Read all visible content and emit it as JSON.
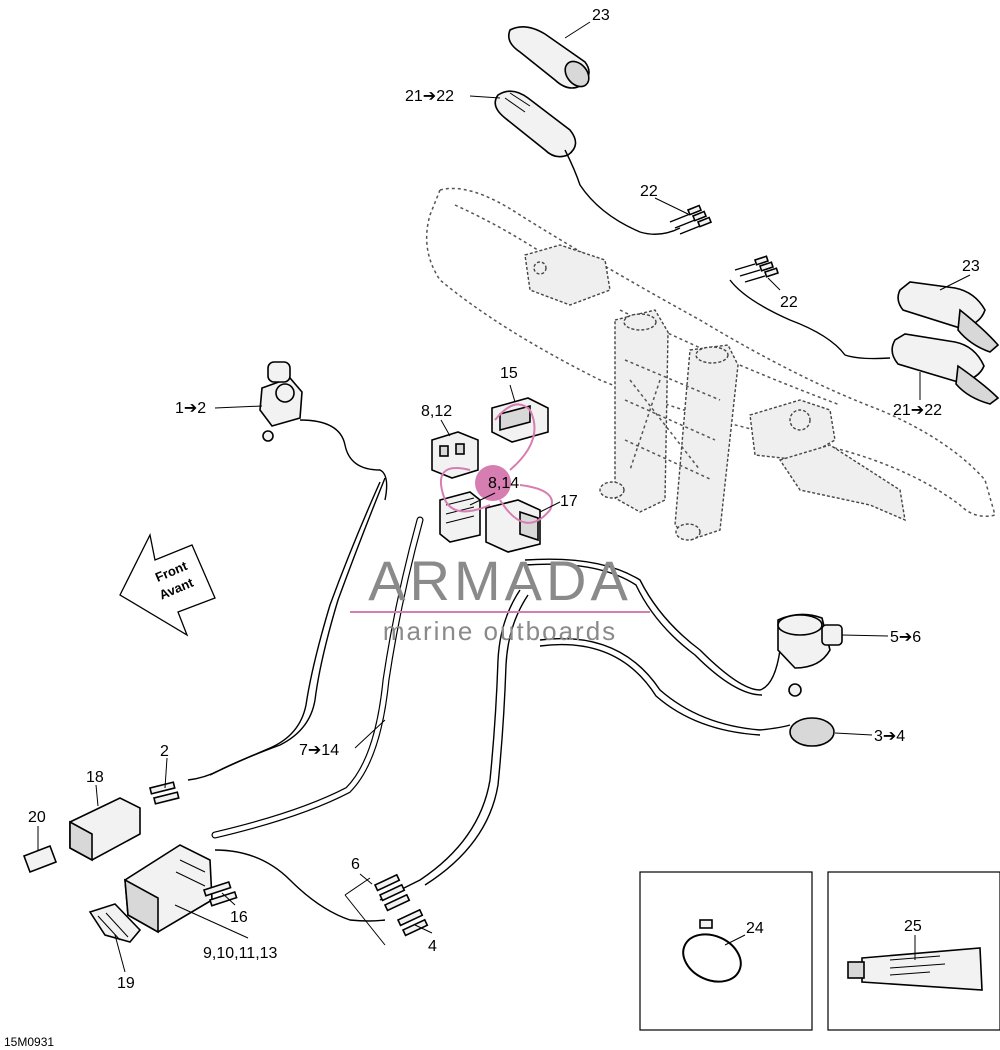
{
  "callouts": {
    "c23_top": "23",
    "c21_22_top": "21➔22",
    "c22_upper_left": "22",
    "c22_upper_right": "22",
    "c23_right": "23",
    "c21_22_right": "21➔22",
    "c15": "15",
    "c8_12": "8,12",
    "c8_14": "8,14",
    "c17": "17",
    "c1_2": "1➔2",
    "c5_6": "5➔6",
    "c3_4": "3➔4",
    "c7_14": "7➔14",
    "c2": "2",
    "c18": "18",
    "c20": "20",
    "c6": "6",
    "c4": "4",
    "c16": "16",
    "c9_13": "9,10,11,13",
    "c19": "19",
    "c24": "24",
    "c25": "25"
  },
  "direction_arrow": {
    "line1": "Front",
    "line2": "Avant"
  },
  "watermark": {
    "brand": "ARMADA",
    "tagline": "marine outboards",
    "accent_color": "#d67db1"
  },
  "drawing_id": "15M0931"
}
